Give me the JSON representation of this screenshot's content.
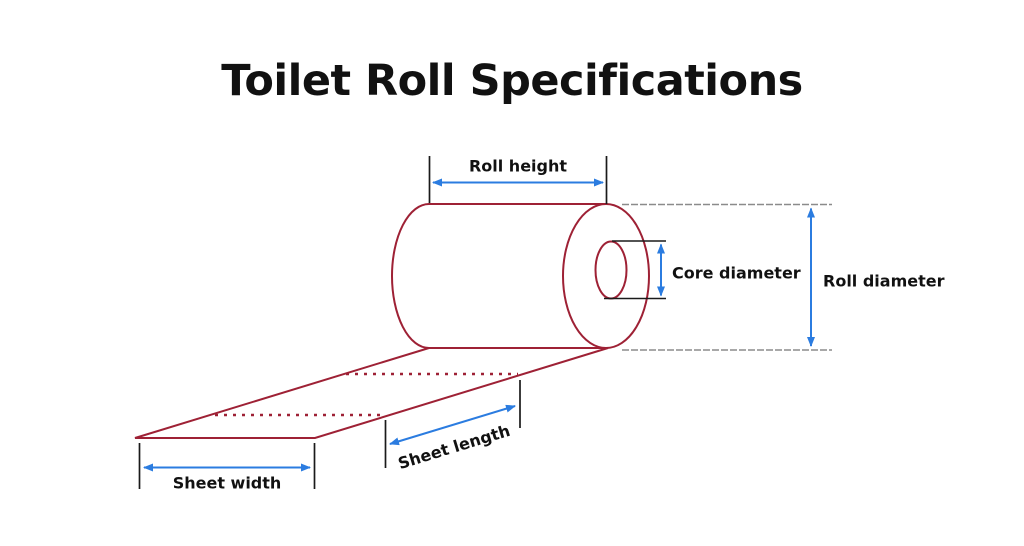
{
  "title": "Toilet Roll Specifications",
  "diagram": {
    "labels": {
      "roll_height": "Roll height",
      "core_diameter": "Core diameter",
      "roll_diameter": "Roll diameter",
      "sheet_length": "Sheet length",
      "sheet_width": "Sheet width"
    }
  },
  "colors": {
    "background": "#ffffff",
    "roll_outline": "#9e2135",
    "dimension_arrow": "#2b7ce0",
    "extension_line": "#8b8b8b",
    "tick_line": "#1a1a1a",
    "text": "#111111"
  }
}
